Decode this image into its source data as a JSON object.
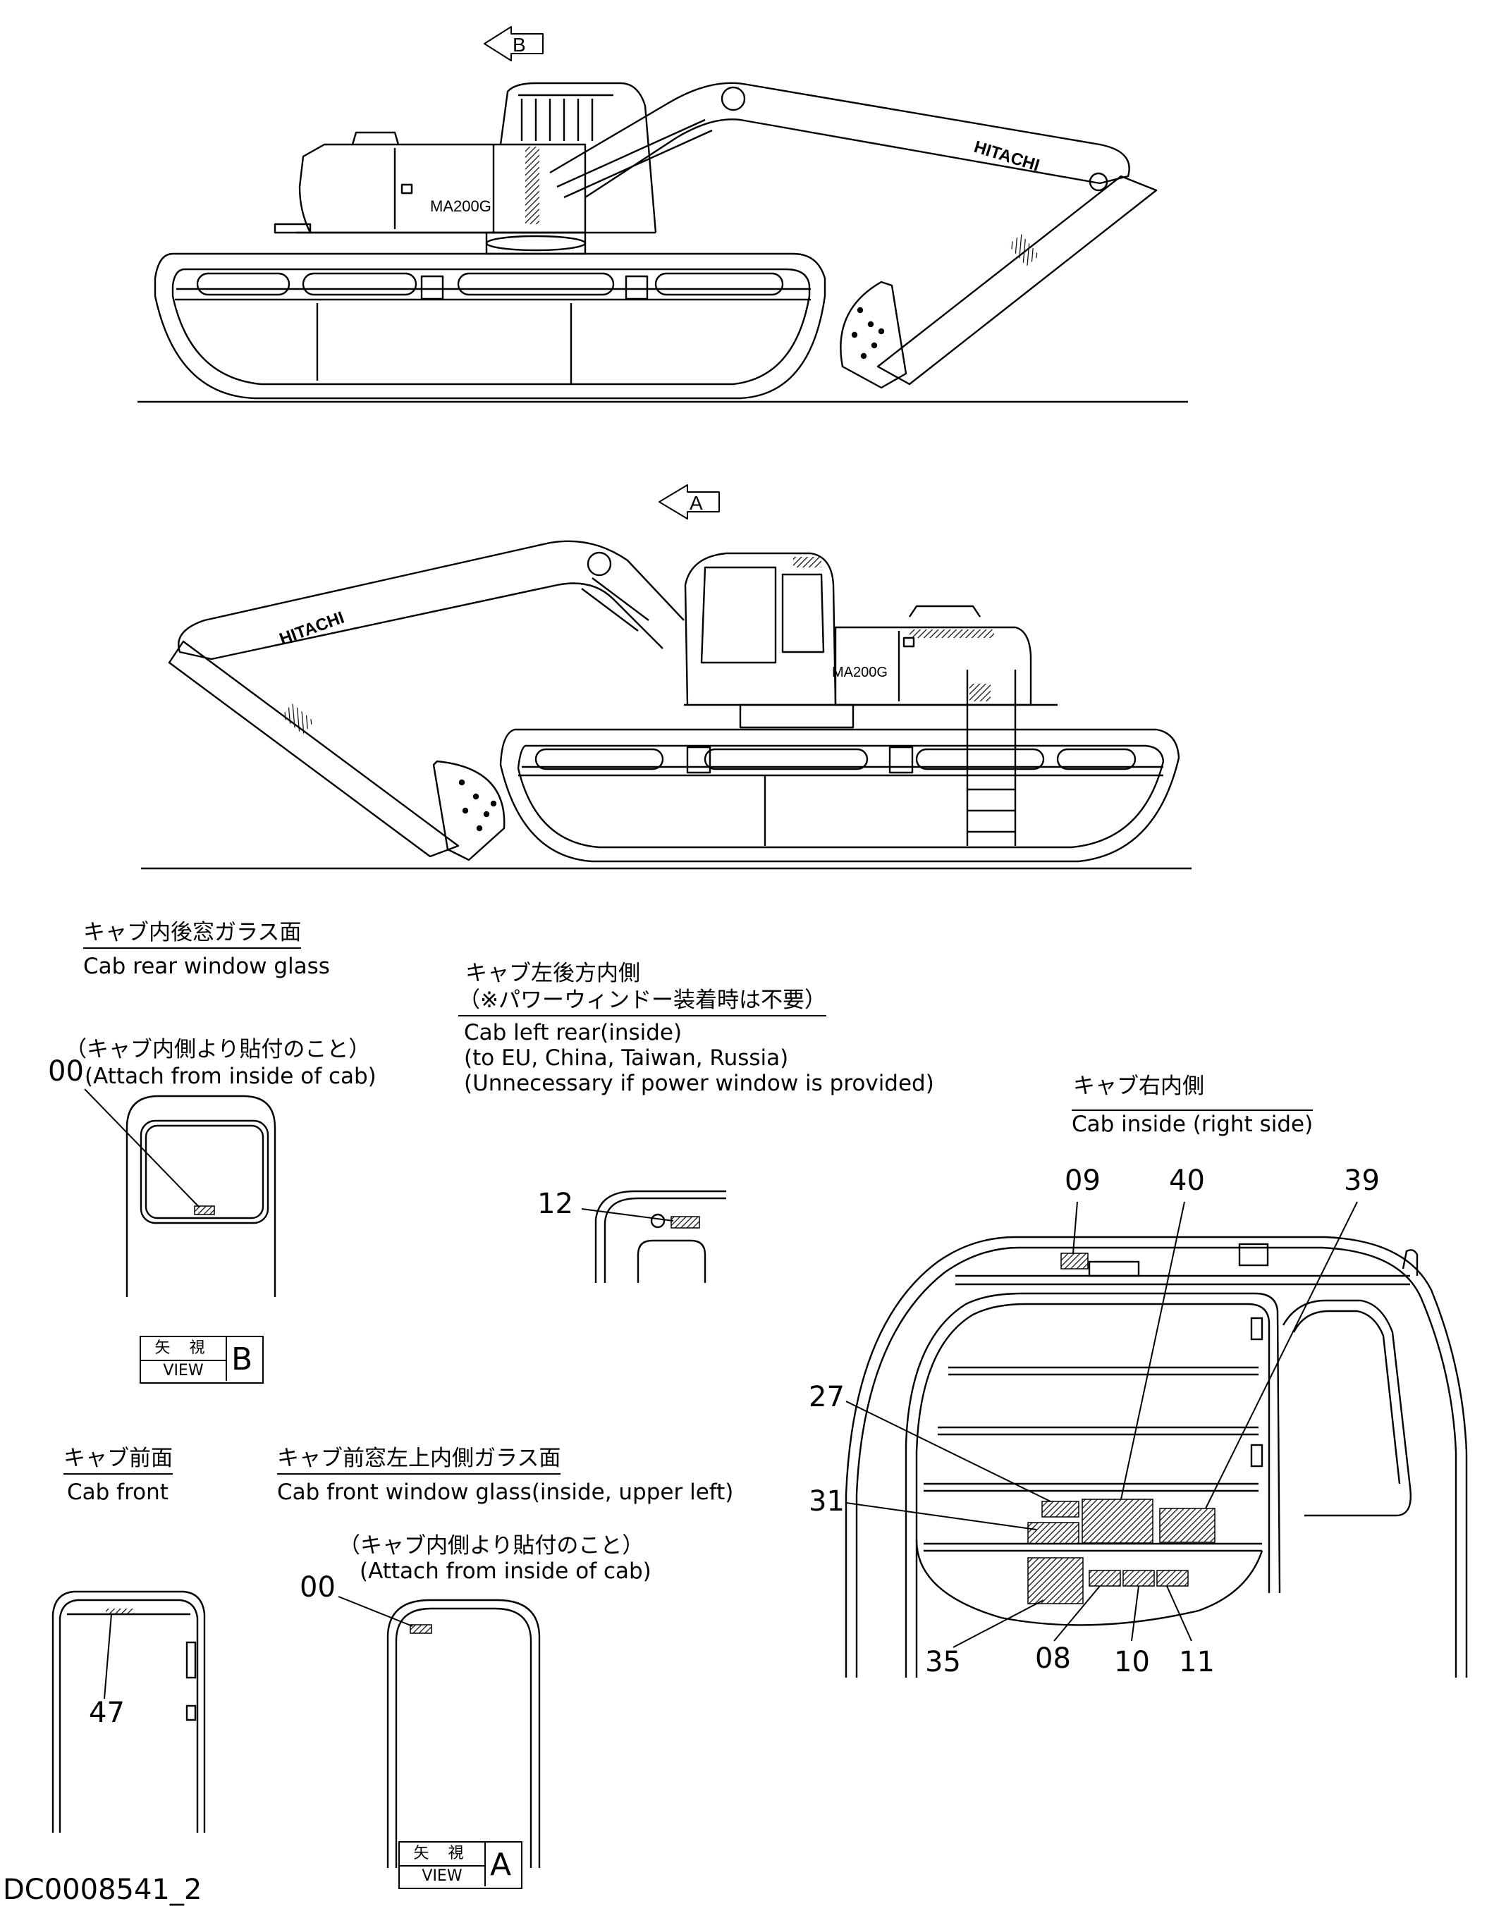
{
  "drawing_code": "DC0008541_2",
  "views": {
    "top_arrow": "B",
    "bottom_arrow": "A"
  },
  "machine": {
    "brand_text": "HITACHI",
    "model_text": "MA200G"
  },
  "sections": {
    "rear_glass": {
      "title_ja": "キャブ内後窓ガラス面",
      "title_en": "Cab rear window glass",
      "note_ja": "（キャブ内側より貼付のこと）",
      "note_en": "(Attach from inside of cab)",
      "part": "00",
      "view_ja": "矢 視",
      "view_en": "VIEW",
      "view_letter": "B"
    },
    "left_rear": {
      "title_ja": "キャブ左後方内側",
      "note_ja": "（※パワーウィンドー装着時は不要）",
      "line1": "Cab left rear(inside)",
      "line2": "(to EU, China, Taiwan, Russia)",
      "line3": "(Unnecessary if power window is provided)",
      "part": "12"
    },
    "right_inside": {
      "title_ja": "キャブ右内側",
      "title_en": "Cab inside (right side)",
      "parts": [
        "09",
        "40",
        "39",
        "27",
        "31",
        "35",
        "08",
        "10",
        "11"
      ]
    },
    "cab_front": {
      "title_ja": "キャブ前面",
      "title_en": "Cab front",
      "part": "47"
    },
    "front_glass": {
      "title_ja": "キャブ前窓左上内側ガラス面",
      "title_en": "Cab front window glass(inside, upper left)",
      "note_ja": "（キャブ内側より貼付のこと）",
      "note_en": "(Attach from inside of cab)",
      "part": "00",
      "view_ja": "矢 視",
      "view_en": "VIEW",
      "view_letter": "A"
    }
  }
}
